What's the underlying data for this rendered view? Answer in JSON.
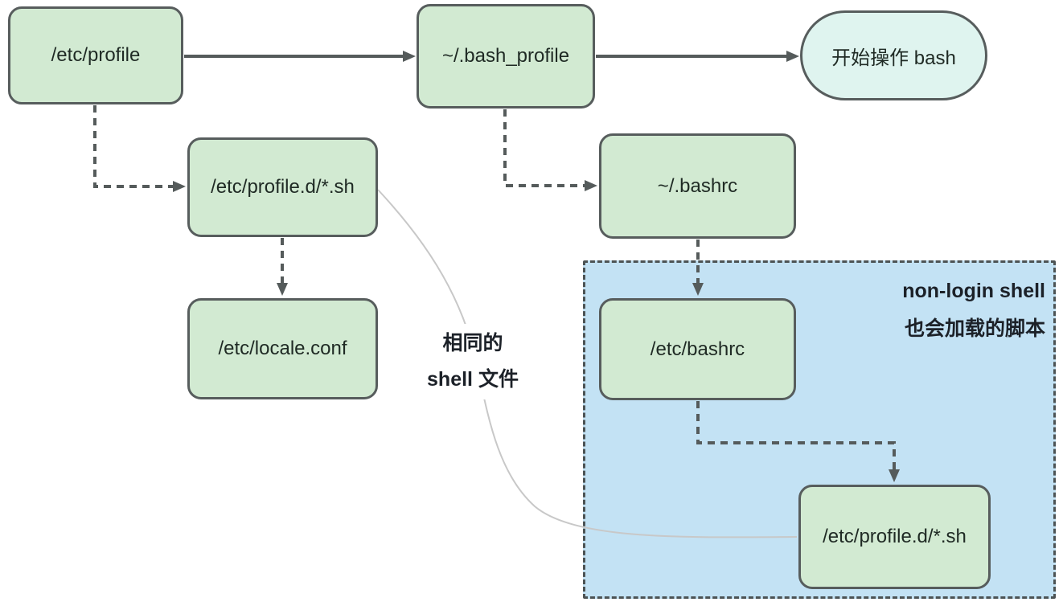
{
  "diagram": {
    "nodes": [
      {
        "id": "etc-profile",
        "label": "/etc/profile",
        "shape": "rect"
      },
      {
        "id": "bash-profile",
        "label": "~/.bash_profile",
        "shape": "rect"
      },
      {
        "id": "start-bash",
        "label": "开始操作 bash",
        "shape": "stadium"
      },
      {
        "id": "etc-profile-d-top",
        "label": "/etc/profile.d/*.sh",
        "shape": "rect"
      },
      {
        "id": "etc-locale-conf",
        "label": "/etc/locale.conf",
        "shape": "rect"
      },
      {
        "id": "user-bashrc",
        "label": "~/.bashrc",
        "shape": "rect"
      },
      {
        "id": "etc-bashrc",
        "label": "/etc/bashrc",
        "shape": "rect"
      },
      {
        "id": "etc-profile-d-bottom",
        "label": "/etc/profile.d/*.sh",
        "shape": "rect"
      }
    ],
    "group": {
      "label_line1": "non-login shell",
      "label_line2": "也会加载的脚本",
      "contains": [
        "etc-bashrc",
        "etc-profile-d-bottom"
      ]
    },
    "edge_label": {
      "line1": "相同的",
      "line2": "shell 文件"
    },
    "edges": [
      {
        "from": "etc-profile",
        "to": "bash-profile",
        "style": "solid-arrow"
      },
      {
        "from": "bash-profile",
        "to": "start-bash",
        "style": "solid-arrow"
      },
      {
        "from": "etc-profile",
        "to": "etc-profile-d-top",
        "style": "dashed-arrow"
      },
      {
        "from": "etc-profile-d-top",
        "to": "etc-locale-conf",
        "style": "dashed-arrow"
      },
      {
        "from": "bash-profile",
        "to": "user-bashrc",
        "style": "dashed-arrow"
      },
      {
        "from": "user-bashrc",
        "to": "etc-bashrc",
        "style": "dashed-arrow"
      },
      {
        "from": "etc-bashrc",
        "to": "etc-profile-d-bottom",
        "style": "dashed-arrow"
      },
      {
        "from": "etc-profile-d-top",
        "to": "etc-profile-d-bottom",
        "style": "thin-gray-line",
        "label": "相同的 shell 文件"
      }
    ],
    "colors": {
      "node_fill": "#d2ead2",
      "node_border": "#575d5d",
      "stadium_fill": "#dff4ef",
      "group_fill": "#c3e2f4",
      "group_border": "#4c5354",
      "edge_color": "#555b5b",
      "thin_line_color": "#c8c8c8",
      "text_color": "#1f2a24",
      "label_color": "#1c2128",
      "canvas_bg": "#ffffff"
    }
  }
}
